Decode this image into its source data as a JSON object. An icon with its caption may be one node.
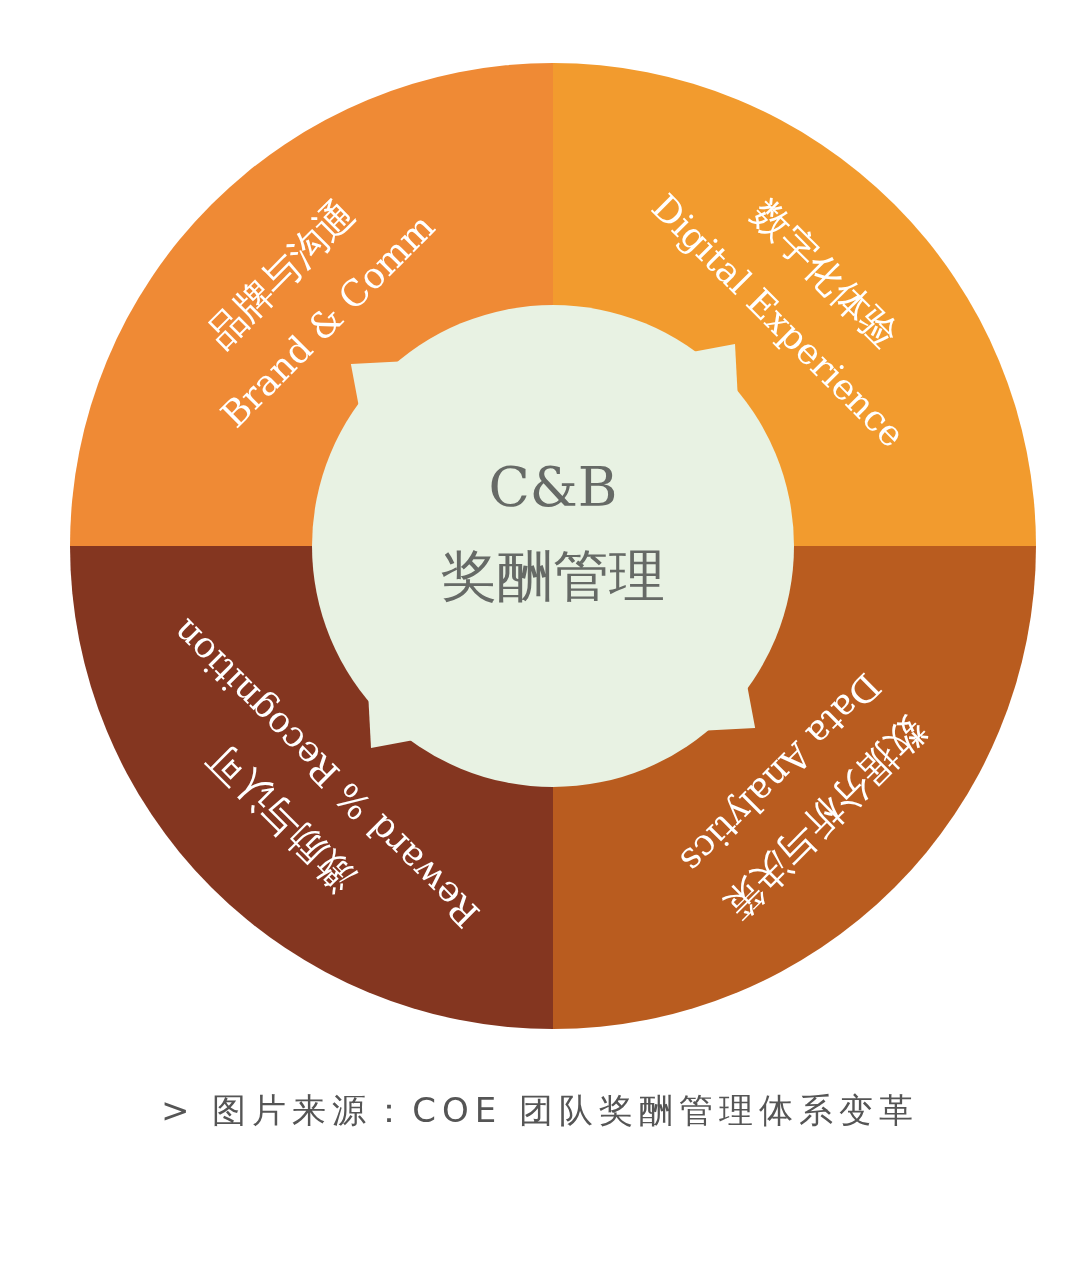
{
  "diagram": {
    "caption": "> 图片来源：COE 团队奖酬管理体系变革",
    "nodes": [
      {
        "text": [
          "品牌与沟通",
          "Brand & Comm"
        ]
      },
      {
        "text": [
          "数字化体验",
          "Digital Experience"
        ]
      },
      {
        "text": [
          "C&B",
          "奖酬管理"
        ]
      },
      {
        "text": [
          "激励与认可",
          "Reward % Recognition"
        ]
      },
      {
        "text": [
          "数据分析与决策",
          "Data Analytics"
        ]
      }
    ]
  }
}
